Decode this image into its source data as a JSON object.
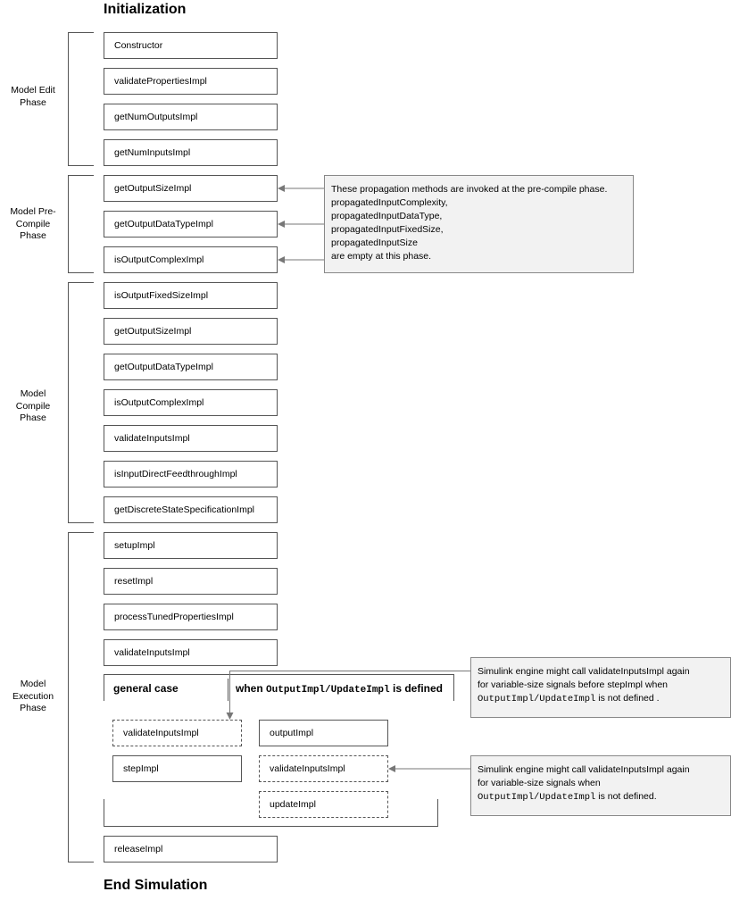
{
  "headings": {
    "start": "Initialization",
    "end": "End Simulation"
  },
  "phases": {
    "edit": "Model Edit Phase",
    "precompile": "Model Pre-Compile Phase",
    "compile": "Model Compile Phase",
    "execution": "Model Execution Phase"
  },
  "boxes": {
    "edit": [
      "Constructor",
      "validatePropertiesImpl",
      "getNumOutputsImpl",
      "getNumInputsImpl"
    ],
    "precompile": [
      "getOutputSizeImpl",
      "getOutputDataTypeImpl",
      "isOutputComplexImpl"
    ],
    "compile": [
      "isOutputFixedSizeImpl",
      "getOutputSizeImpl",
      "getOutputDataTypeImpl",
      "isOutputComplexImpl",
      "validateInputsImpl",
      "isInputDirectFeedthroughImpl",
      "getDiscreteStateSpecificationImpl"
    ],
    "execution": [
      "setupImpl",
      "resetImpl",
      "processTunedPropertiesImpl",
      "validateInputsImpl"
    ],
    "release": "releaseImpl"
  },
  "cases": {
    "general": "general case",
    "when_prefix": "when",
    "when_code": "OutputImpl/UpdateImpl",
    "when_suffix": "is defined"
  },
  "case_boxes": {
    "general": [
      "validateInputsImpl",
      "stepImpl"
    ],
    "defined": [
      "outputImpl",
      "validateInputsImpl",
      "updateImpl"
    ]
  },
  "notes": {
    "precompile": [
      "These propagation methods are invoked at the pre-compile phase.",
      "propagatedInputComplexity,",
      "propagatedInputDataType,",
      "propagatedInputFixedSize,",
      "propagatedInputSize",
      "are empty at this phase."
    ],
    "general": {
      "line1": "Simulink engine might call validateInputsImpl again",
      "line2": "for variable-size signals before stepImpl when",
      "code": "OutputImpl/UpdateImpl",
      "tail": " is not defined ."
    },
    "defined": {
      "line1": "Simulink engine might call validateInputsImpl again",
      "line2": "for variable-size signals when",
      "code": "OutputImpl/UpdateImpl",
      "tail": " is not defined."
    }
  }
}
